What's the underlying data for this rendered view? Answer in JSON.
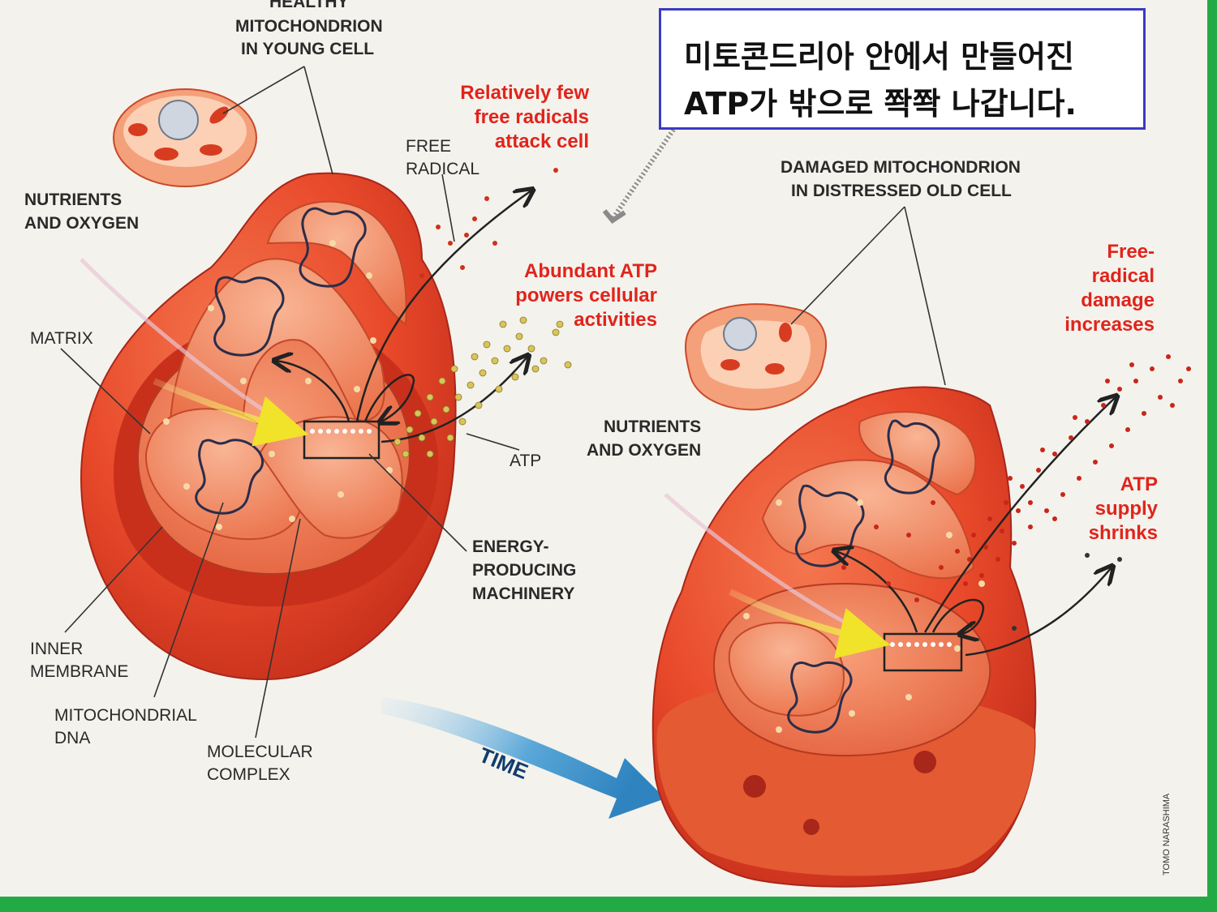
{
  "colors": {
    "frame_green": "#22aa44",
    "background": "#f4f2ec",
    "mito_red": "#e8492a",
    "callout_border": "#3c3ac4",
    "label_red": "#e0241c",
    "atp_yellow": "#d8c45a",
    "time_arrow": "#3b8fc6"
  },
  "callout": {
    "line1": "미토콘드리아 안에서 만들어진",
    "line2": "ATP가 밖으로 쫙쫙 나갑니다."
  },
  "left": {
    "title_line0": "HEALTHY",
    "title_line1": "MITOCHONDRION",
    "title_line2": "IN YOUNG CELL",
    "nutrients_line1": "NUTRIENTS",
    "nutrients_line2": "AND OXYGEN",
    "matrix": "MATRIX",
    "free_radical_line1": "FREE",
    "free_radical_line2": "RADICAL",
    "few_radicals_line1": "Relatively few",
    "few_radicals_line2": "free radicals",
    "few_radicals_line3": "attack cell",
    "abundant_line1": "Abundant ATP",
    "abundant_line2": "powers cellular",
    "abundant_line3": "activities",
    "atp": "ATP",
    "energy_line1": "ENERGY-",
    "energy_line2": "PRODUCING",
    "energy_line3": "MACHINERY",
    "inner_line1": "INNER",
    "inner_line2": "MEMBRANE",
    "mtdna_line1": "MITOCHONDRIAL",
    "mtdna_line2": "DNA",
    "complex_line1": "MOLECULAR",
    "complex_line2": "COMPLEX"
  },
  "right": {
    "title_line1": "DAMAGED MITOCHONDRION",
    "title_line2": "IN DISTRESSED OLD CELL",
    "nutrients_line1": "NUTRIENTS",
    "nutrients_line2": "AND OXYGEN",
    "free_radical_line1": "Free-",
    "free_radical_line2": "radical",
    "free_radical_line3": "damage",
    "free_radical_line4": "increases",
    "atp_line1": "ATP",
    "atp_line2": "supply",
    "atp_line3": "shrinks"
  },
  "time_label": "TIME",
  "credit": "TOMO NARASHIMA"
}
